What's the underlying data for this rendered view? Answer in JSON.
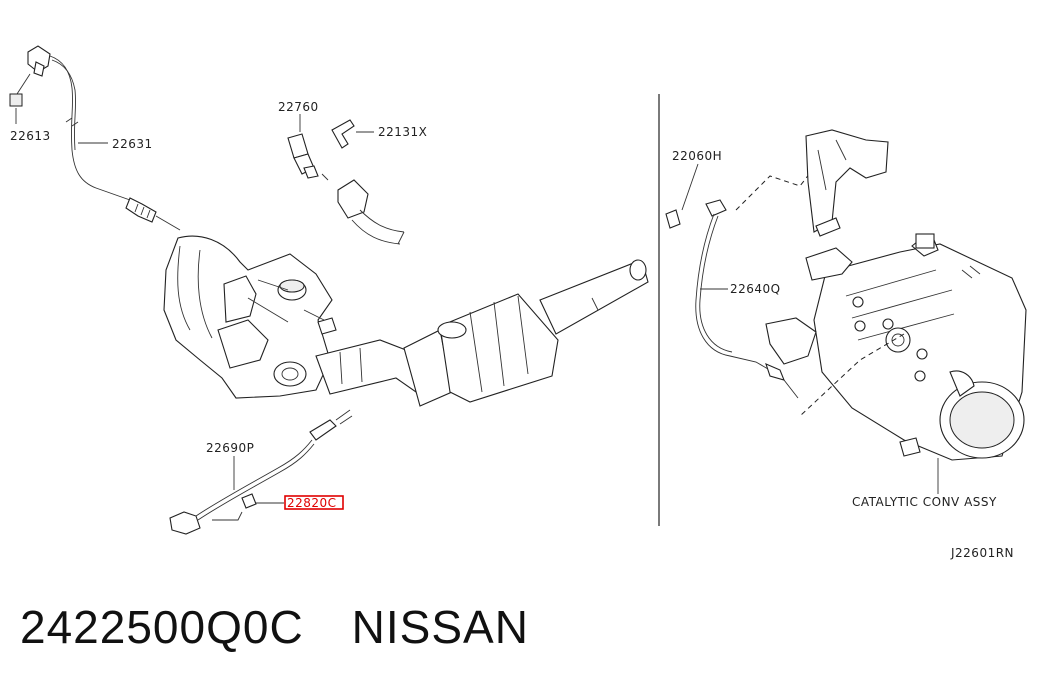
{
  "diagram": {
    "labels": {
      "p22613": "22613",
      "p22631": "22631",
      "p22760": "22760",
      "p22131x": "22131X",
      "p22690p": "22690P",
      "p22820c": "22820C",
      "p22060h": "22060H",
      "p22640q": "22640Q",
      "catalytic": "CATALYTIC CONV ASSY",
      "ref_code": "J22601RN"
    },
    "highlight_color": "#e00000"
  },
  "footer": {
    "part_number": "2422500Q0C",
    "brand": "NISSAN"
  }
}
